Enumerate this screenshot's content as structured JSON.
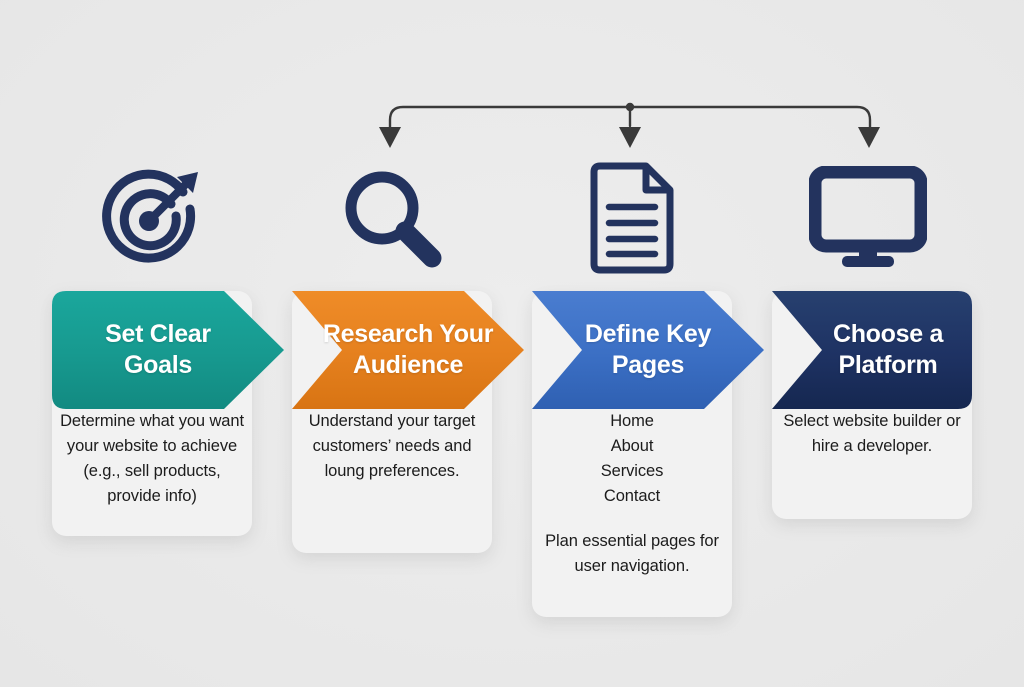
{
  "page": {
    "background_color": "#eaeaea",
    "title_text_color": "#ffffff",
    "body_text_color": "#1c1c1c",
    "connector_color": "#3a3a3a"
  },
  "connector": {
    "name": "branching-bracket-connector",
    "arrows": 3,
    "has_center_dot": true
  },
  "steps": [
    {
      "id": "step-1",
      "icon": "target-bullseye-icon",
      "title_line1": "Set Clear",
      "title_line2": "Goals",
      "color": "#17998f",
      "body": "Determine what you want your website to achieve (e.g., sell products, provide info)",
      "list": [],
      "sub": ""
    },
    {
      "id": "step-2",
      "icon": "magnifying-glass-icon",
      "title_line1": "Research Your",
      "title_line2": "Audience",
      "color": "#e5801e",
      "body": "Understand your target customers’ needs and loung preferences.",
      "list": [],
      "sub": ""
    },
    {
      "id": "step-3",
      "icon": "document-page-icon",
      "title_line1": "Define Key",
      "title_line2": "Pages",
      "color": "#3b6fc4",
      "body": "",
      "list": [
        "Home",
        "About",
        "Services",
        "Contact"
      ],
      "sub": "Plan essential pages for user navigation."
    },
    {
      "id": "step-4",
      "icon": "desktop-monitor-icon",
      "title_line1": "Choose a",
      "title_line2": "Platform",
      "color": "#1e3263",
      "body": "Select website builder or hire a developer.",
      "list": [],
      "sub": ""
    }
  ]
}
